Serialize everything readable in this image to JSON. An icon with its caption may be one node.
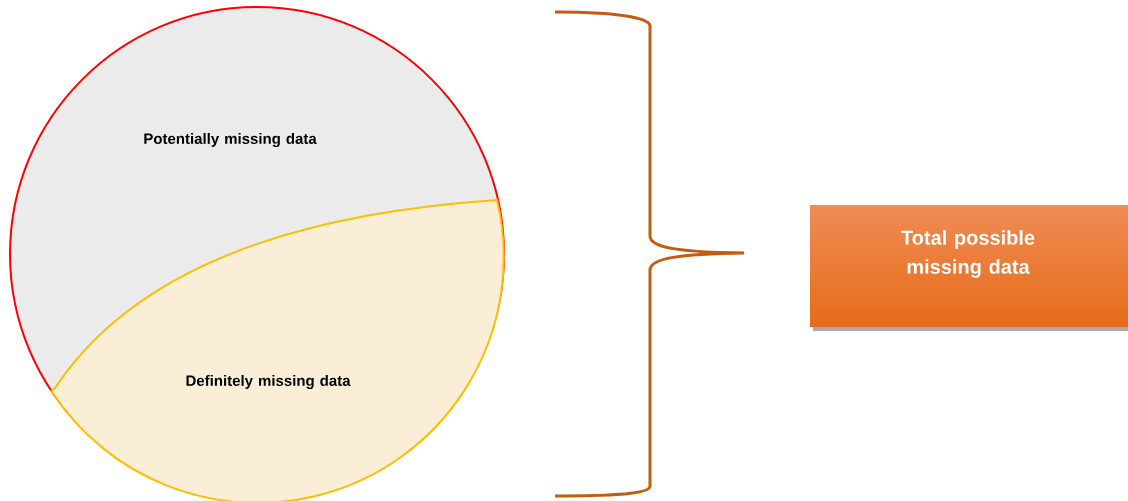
{
  "diagram": {
    "nodes": [
      {
        "text": [
          "Potentially missing data"
        ]
      },
      {
        "text": [
          "Definitely missing data"
        ],
        "in": 0
      },
      {
        "text": [
          "Total possible missing data"
        ]
      }
    ]
  }
}
